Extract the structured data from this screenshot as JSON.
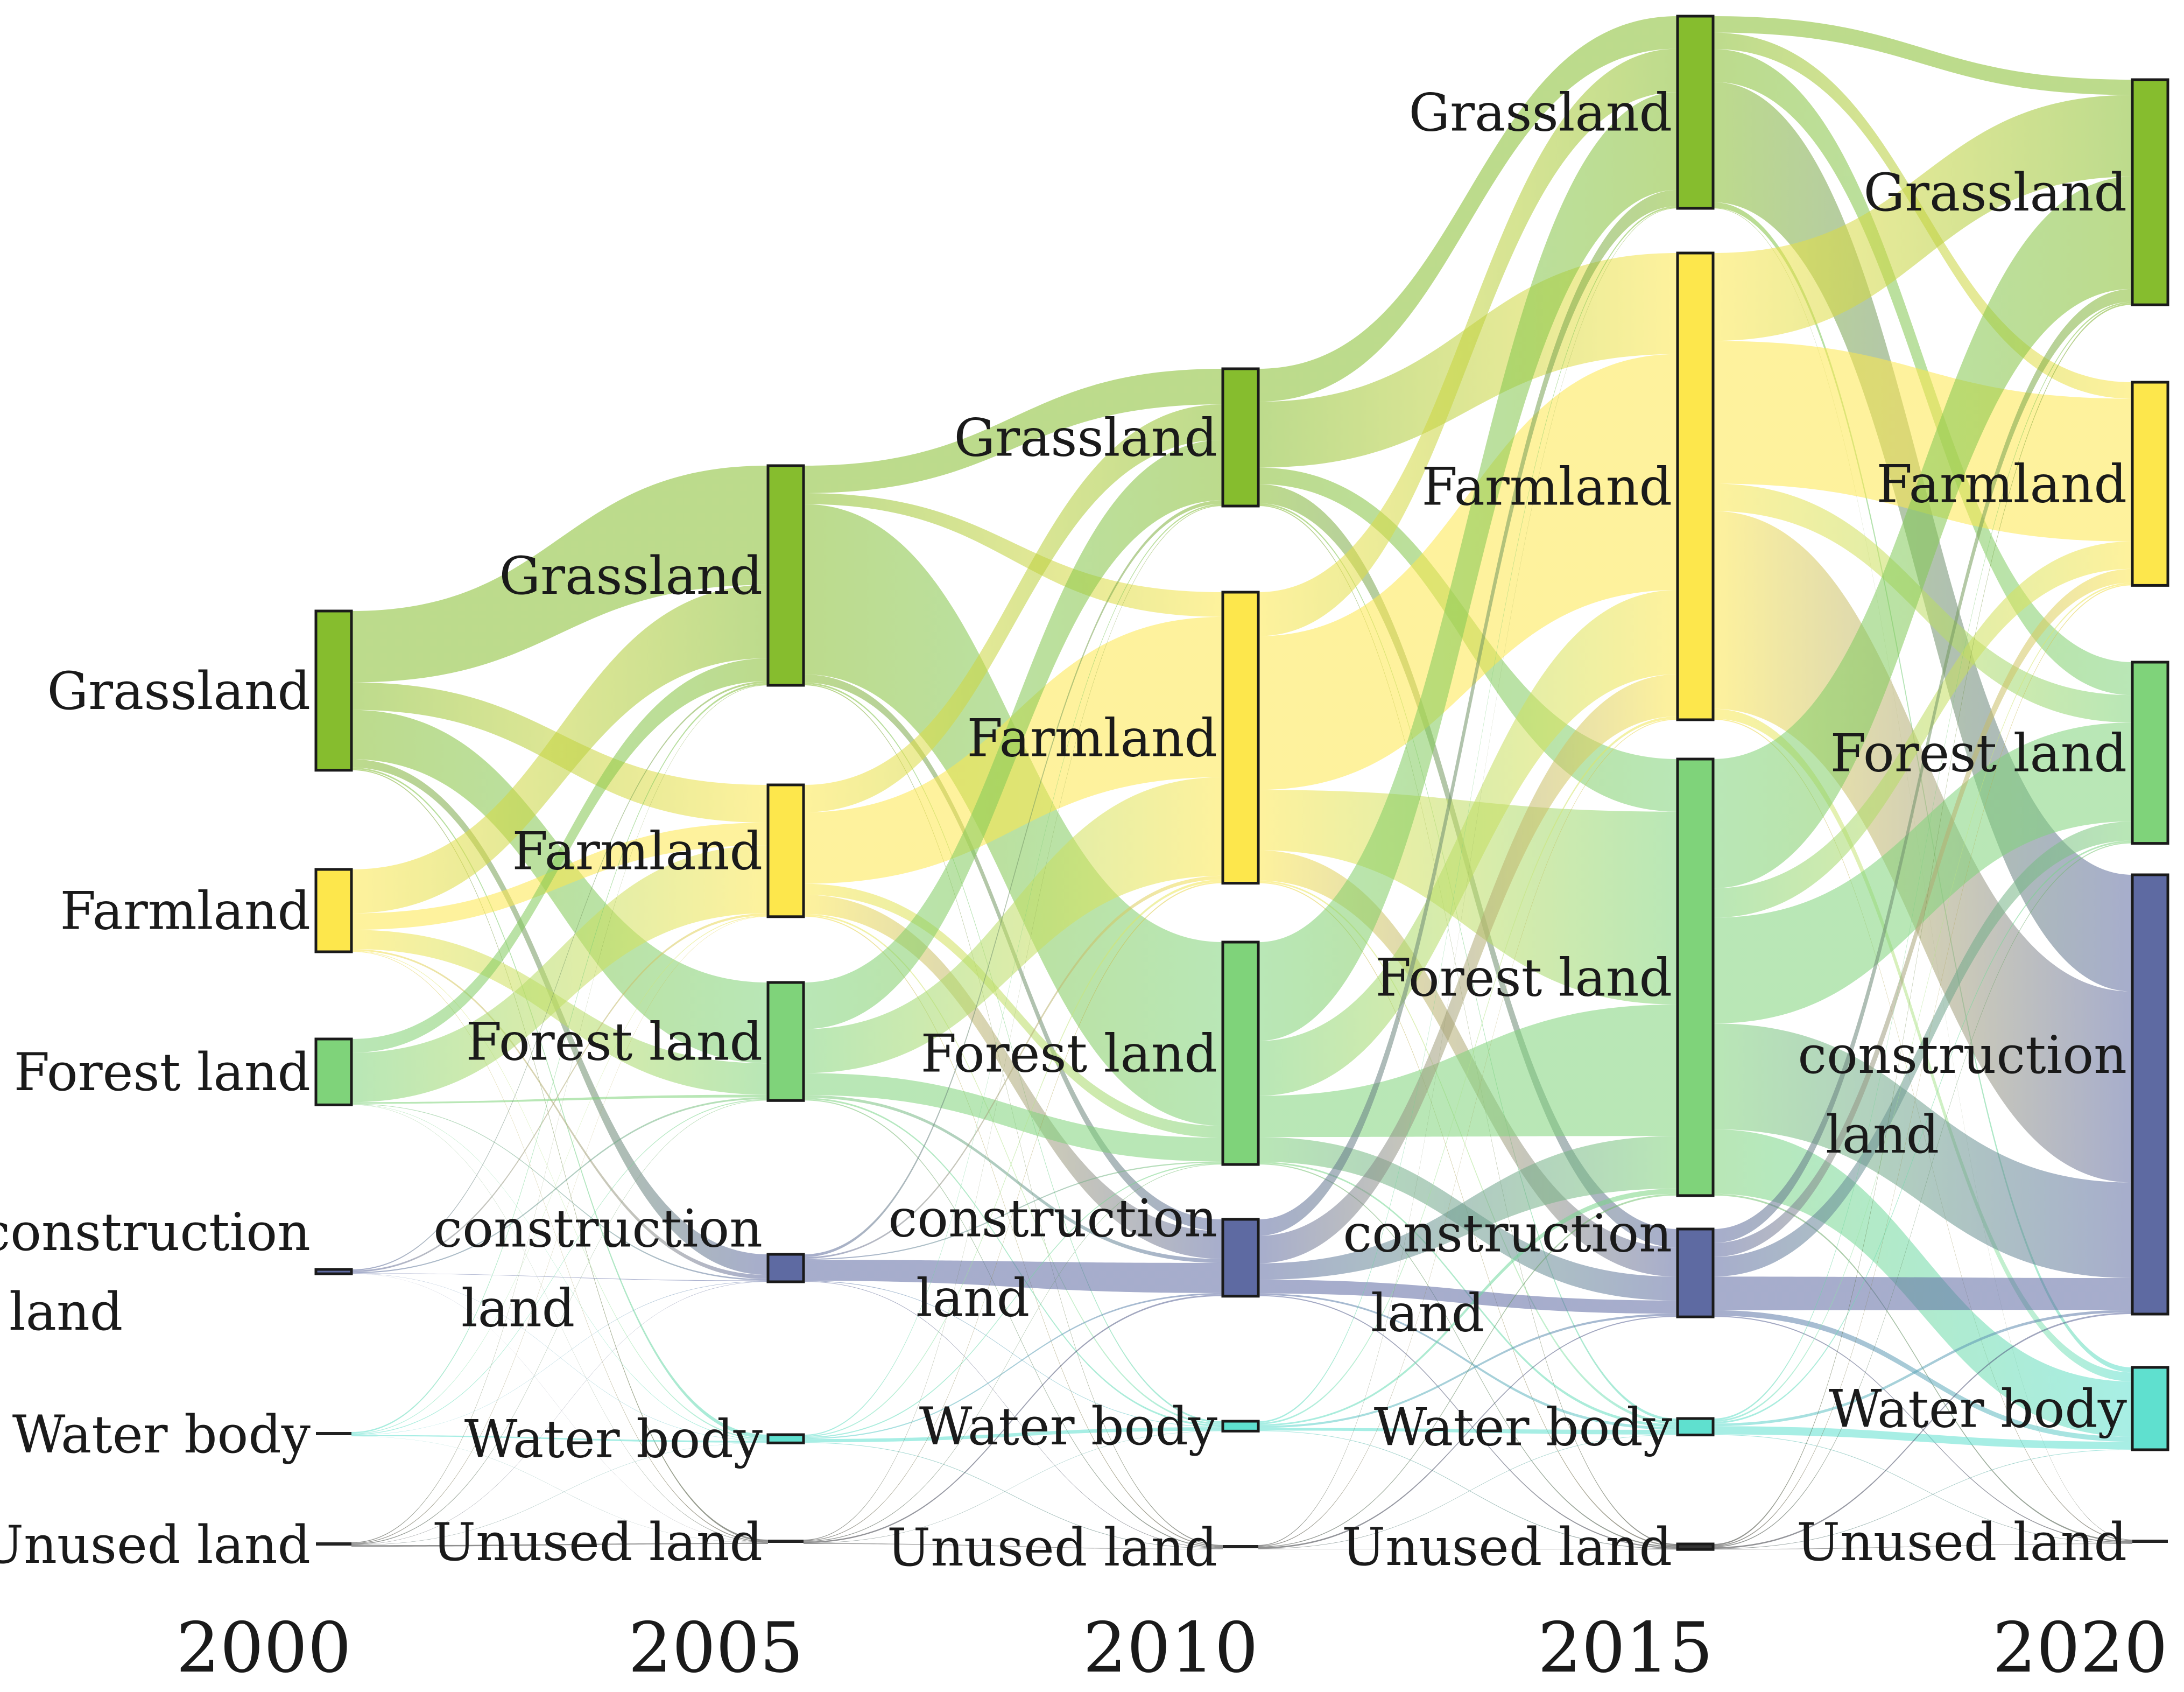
{
  "chart_data": {
    "type": "sankey",
    "title": "",
    "stages": [
      "2000",
      "2005",
      "2010",
      "2015",
      "2020"
    ],
    "categories": [
      "Grassland",
      "Farmland",
      "Forest land",
      "construction land",
      "Water body",
      "Unused land"
    ],
    "category_labels": [
      [
        "Grassland"
      ],
      [
        "Farmland"
      ],
      [
        "Forest land"
      ],
      [
        "construction",
        "land"
      ],
      [
        "Water body"
      ],
      [
        "Unused land"
      ]
    ],
    "colors": {
      "Grassland": "#86bd2e",
      "Farmland": "#fde74c",
      "Forest land": "#7fd37a",
      "construction land": "#5e6aa2",
      "Water body": "#5fe0cf",
      "Unused land": "#333333"
    },
    "node_values": {
      "2000": [
        29,
        15,
        12,
        0.8,
        0.6,
        0.3
      ],
      "2005": [
        40,
        24,
        21.5,
        5,
        1.5,
        0.5
      ],
      "2010": [
        25,
        53,
        40.5,
        14,
        1.8,
        0.6
      ],
      "2015": [
        35,
        85,
        79.5,
        16,
        3,
        1
      ],
      "2020": [
        41,
        37,
        33,
        80,
        15,
        0.6
      ]
    },
    "flows": [
      [
        [
          13,
          5,
          9,
          1.5,
          0.3,
          0.2
        ],
        [
          8,
          3,
          3.5,
          0.3,
          0.1,
          0.1
        ],
        [
          2.5,
          9,
          0.3,
          0.1,
          0.05,
          0.05
        ],
        [
          0.2,
          0.3,
          0.2,
          0.05,
          0.03,
          0.02
        ],
        [
          0.2,
          0.1,
          0.1,
          0.03,
          0.15,
          0.02
        ],
        [
          0.05,
          0.05,
          0.05,
          0.02,
          0.02,
          0.1
        ]
      ],
      [
        [
          5,
          2,
          31,
          1.5,
          0.3,
          0.2
        ],
        [
          5,
          13,
          2,
          3.5,
          0.3,
          0.2
        ],
        [
          8.5,
          8,
          4,
          0.5,
          0.3,
          0.2
        ],
        [
          0.5,
          0.3,
          0.2,
          3.8,
          0.1,
          0.1
        ],
        [
          0.2,
          0.2,
          0.2,
          0.2,
          0.6,
          0.1
        ],
        [
          0.1,
          0.1,
          0.1,
          0.2,
          0.05,
          0.1
        ]
      ],
      [
        [
          6,
          12,
          3,
          3.5,
          0.3,
          0.2
        ],
        [
          8,
          28,
          11,
          5.5,
          0.3,
          0.2
        ],
        [
          18,
          10,
          7.5,
          4.5,
          0.3,
          0.2
        ],
        [
          3,
          5,
          3,
          2.5,
          0.3,
          0.2
        ],
        [
          0.3,
          0.3,
          0.3,
          0.4,
          0.5,
          0.1
        ],
        [
          0.1,
          0.1,
          0.1,
          0.2,
          0.05,
          0.05
        ]
      ],
      [
        [
          3,
          3,
          6,
          22,
          1,
          0.1
        ],
        [
          16,
          26,
          5,
          36,
          1.8,
          0.2
        ],
        [
          22,
          5,
          18,
          18,
          11,
          0.3
        ],
        [
          2.5,
          2.5,
          3.5,
          6,
          1,
          0.2
        ],
        [
          0.3,
          0.3,
          0.3,
          0.5,
          1.5,
          0.1
        ],
        [
          0.3,
          0.2,
          0.2,
          0.3,
          0.1,
          0.1
        ]
      ]
    ]
  }
}
